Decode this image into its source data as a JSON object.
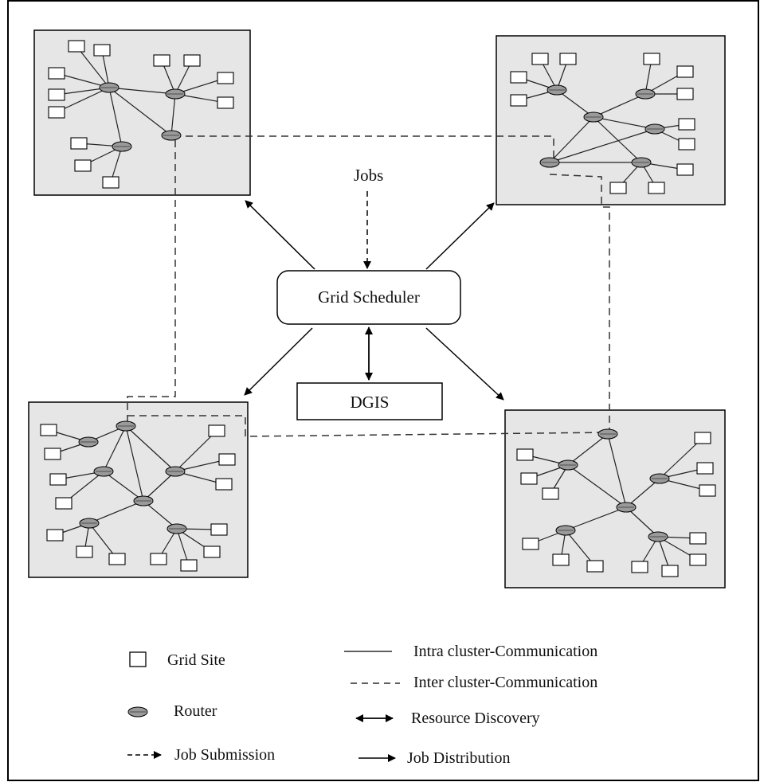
{
  "diagram": {
    "top_input_label": "Jobs",
    "scheduler_label": "Grid Scheduler",
    "registry_label": "DGIS",
    "colors": {
      "cluster_fill": "#e6e6e6",
      "border": "#000000",
      "router_fill": "#9a9a9a",
      "background": "#ffffff"
    }
  },
  "legend": {
    "items": [
      {
        "key": "grid-site",
        "label": "Grid Site",
        "symbol": "square-outline"
      },
      {
        "key": "router",
        "label": "Router",
        "symbol": "router-icon"
      },
      {
        "key": "job-submission",
        "label": "Job Submission",
        "symbol": "dashed-arrow"
      },
      {
        "key": "intra-cluster",
        "label": "Intra cluster-Communication",
        "symbol": "solid-line"
      },
      {
        "key": "inter-cluster",
        "label": "Inter cluster-Communication",
        "symbol": "dashed-line"
      },
      {
        "key": "resource-discovery",
        "label": "Resource Discovery",
        "symbol": "double-arrow"
      },
      {
        "key": "job-distribution",
        "label": "Job Distribution",
        "symbol": "solid-arrow"
      }
    ]
  }
}
